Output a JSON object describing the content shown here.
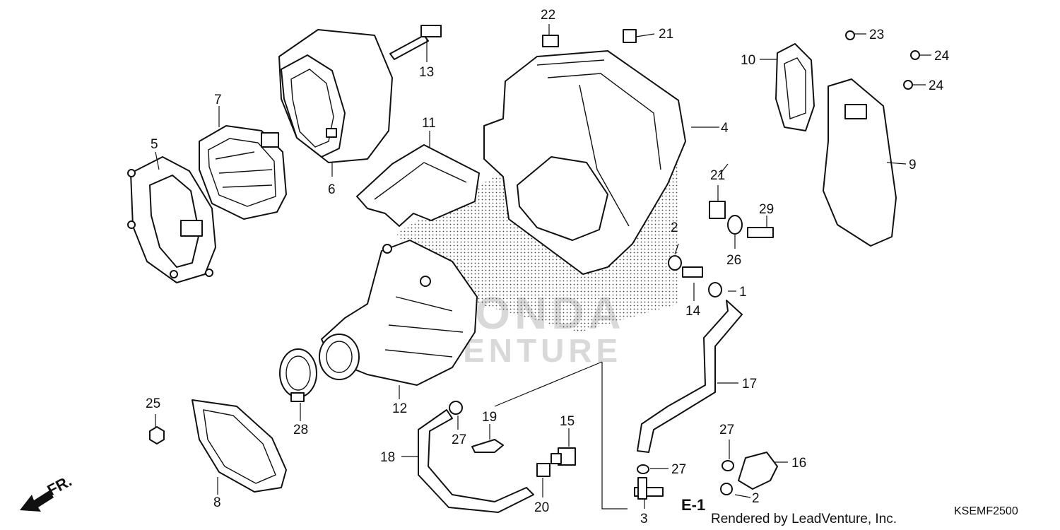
{
  "diagram": {
    "parts": [
      {
        "id": "p1",
        "label": "1"
      },
      {
        "id": "p2a",
        "label": "2"
      },
      {
        "id": "p2b",
        "label": "2"
      },
      {
        "id": "p3",
        "label": "3"
      },
      {
        "id": "p4",
        "label": "4"
      },
      {
        "id": "p5",
        "label": "5"
      },
      {
        "id": "p6",
        "label": "6"
      },
      {
        "id": "p7",
        "label": "7"
      },
      {
        "id": "p8",
        "label": "8"
      },
      {
        "id": "p9",
        "label": "9"
      },
      {
        "id": "p10",
        "label": "10"
      },
      {
        "id": "p11",
        "label": "11"
      },
      {
        "id": "p12",
        "label": "12"
      },
      {
        "id": "p13",
        "label": "13"
      },
      {
        "id": "p14",
        "label": "14"
      },
      {
        "id": "p15",
        "label": "15"
      },
      {
        "id": "p16",
        "label": "16"
      },
      {
        "id": "p17",
        "label": "17"
      },
      {
        "id": "p18",
        "label": "18"
      },
      {
        "id": "p19",
        "label": "19"
      },
      {
        "id": "p20",
        "label": "20"
      },
      {
        "id": "p21a",
        "label": "21"
      },
      {
        "id": "p21b",
        "label": "21"
      },
      {
        "id": "p22",
        "label": "22"
      },
      {
        "id": "p23",
        "label": "23"
      },
      {
        "id": "p24a",
        "label": "24"
      },
      {
        "id": "p24b",
        "label": "24"
      },
      {
        "id": "p25",
        "label": "25"
      },
      {
        "id": "p26",
        "label": "26"
      },
      {
        "id": "p27a",
        "label": "27"
      },
      {
        "id": "p27b",
        "label": "27"
      },
      {
        "id": "p27c",
        "label": "27"
      },
      {
        "id": "p28",
        "label": "28"
      },
      {
        "id": "p29",
        "label": "29"
      }
    ],
    "direction_label": "FR.",
    "reference_label": "E-1",
    "credit": "Rendered by LeadVenture, Inc.",
    "diagram_code": "KSEMF2500",
    "watermark_line1": "HONDA",
    "watermark_line2": "ADVENTURE"
  }
}
